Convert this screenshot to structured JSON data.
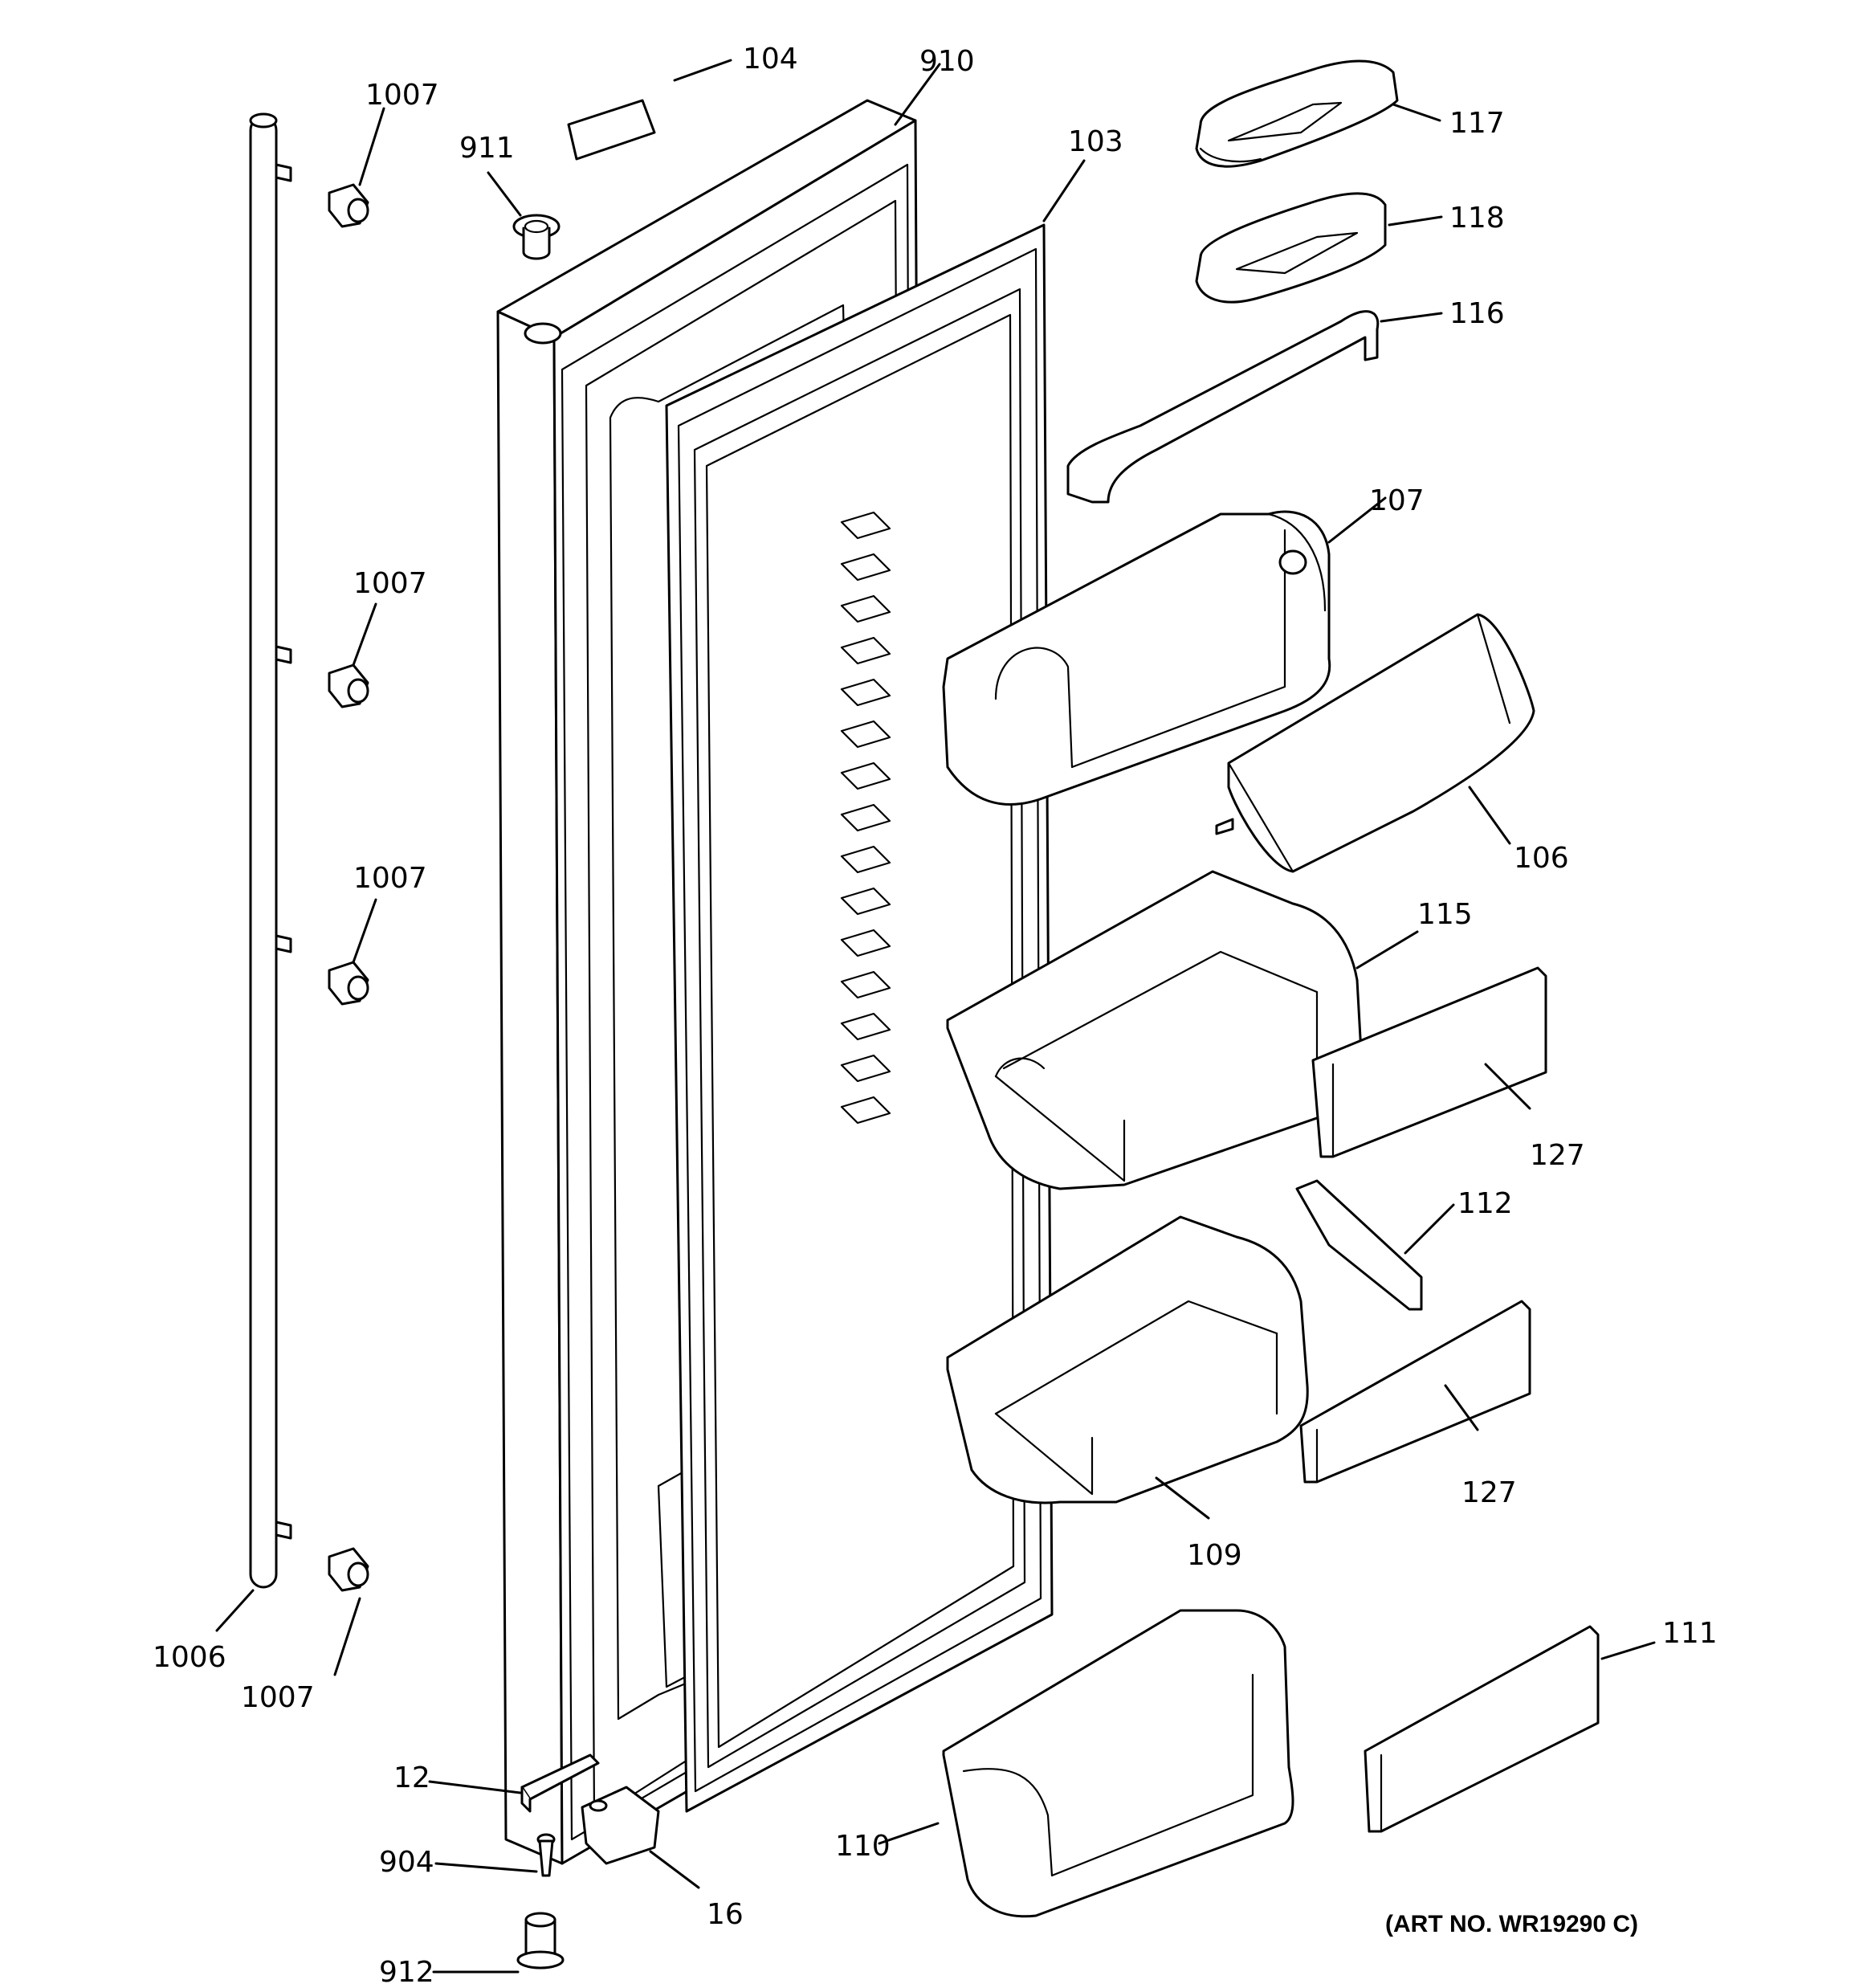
{
  "diagram": {
    "art_number": "(ART NO. WR19290 C)",
    "callouts": {
      "c1007a": "1007",
      "c1007b": "1007",
      "c1007c": "1007",
      "c1007d": "1007",
      "c1006": "1006",
      "c911": "911",
      "c104": "104",
      "c910": "910",
      "c103": "103",
      "c117": "117",
      "c118": "118",
      "c116": "116",
      "c107": "107",
      "c106": "106",
      "c115": "115",
      "c127a": "127",
      "c112": "112",
      "c127b": "127",
      "c109": "109",
      "c111": "111",
      "c110": "110",
      "c12": "12",
      "c904": "904",
      "c16": "16",
      "c912": "912"
    }
  }
}
